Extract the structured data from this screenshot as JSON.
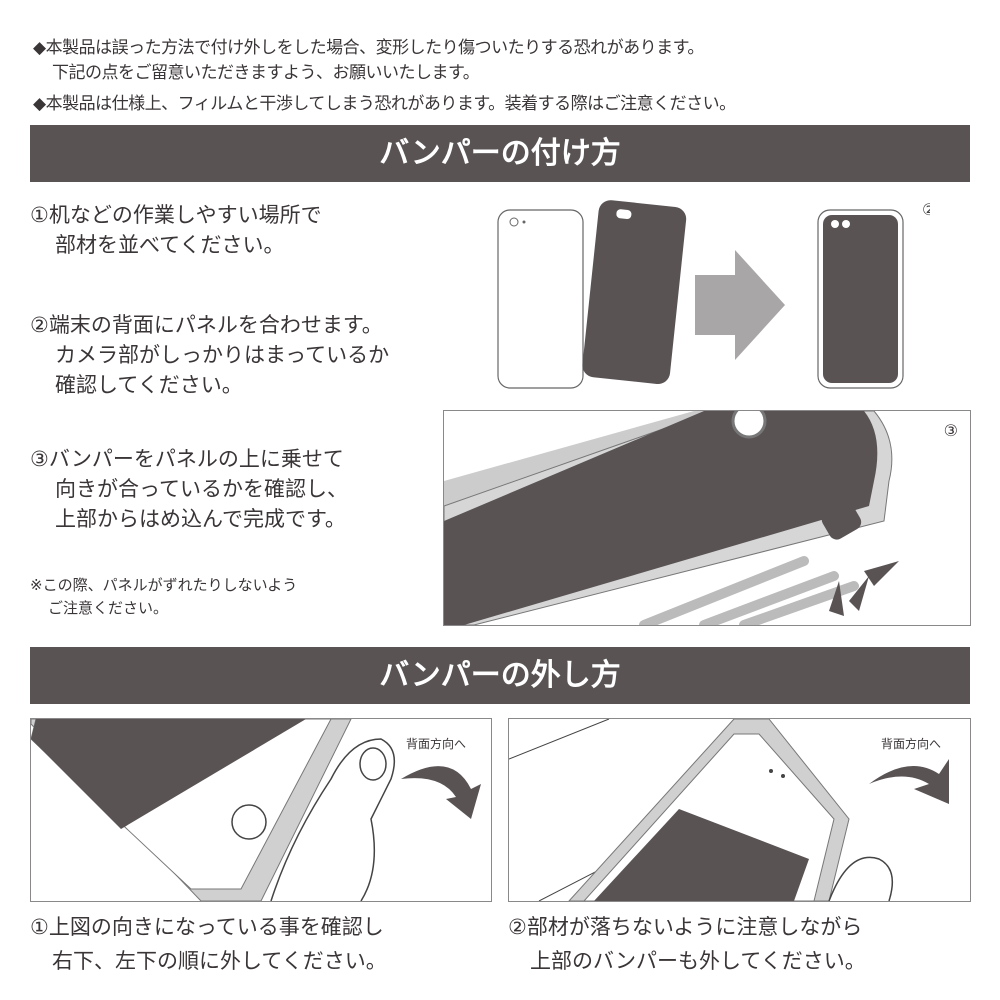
{
  "notices": [
    {
      "line1": "◆本製品は誤った方法で付け外しをした場合、変形したり傷ついたりする恐れがあります。",
      "line2": "下記の点をご留意いただきますよう、お願いいたします。"
    },
    {
      "line1": "◆本製品は仕様上、フィルムと干渉してしまう恐れがあります。装着する際はご注意ください。"
    }
  ],
  "attach": {
    "title": "バンパーの付け方",
    "steps": [
      [
        "①机などの作業しやすい場所で",
        "部材を並べてください。"
      ],
      [
        "②端末の背面にパネルを合わせます。",
        "カメラ部がしっかりはまっているか",
        "確認してください。"
      ],
      [
        "③バンパーをパネルの上に乗せて",
        "向きが合っているかを確認し、",
        "上部からはめ込んで完成です。"
      ]
    ],
    "note": [
      "※この際、パネルがずれたりしないよう",
      "ご注意ください。"
    ],
    "fig2_label": "②",
    "fig3_label": "③"
  },
  "detach": {
    "title": "バンパーの外し方",
    "fig_label": "背面方向へ",
    "captions": [
      [
        "①上図の向きになっている事を確認し",
        "右下、左下の順に外してください。"
      ],
      [
        "②部材が落ちないように注意しながら",
        "上部のバンパーも外してください。"
      ]
    ]
  },
  "colors": {
    "dark": "#595354",
    "arrow_gray": "#a8a6a6"
  }
}
